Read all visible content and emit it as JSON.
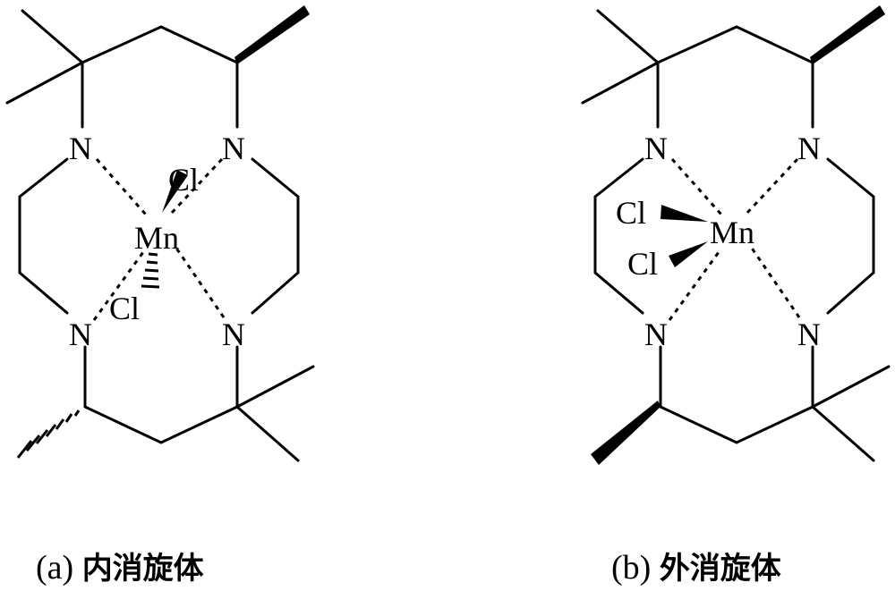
{
  "atoms": {
    "nitrogen": "N",
    "chlorine": "Cl",
    "manganese": "Mn"
  },
  "panels": [
    {
      "id": "a",
      "prefix": "(a)",
      "label": "内消旋体"
    },
    {
      "id": "b",
      "prefix": "(b)",
      "label": "外消旋体"
    }
  ]
}
